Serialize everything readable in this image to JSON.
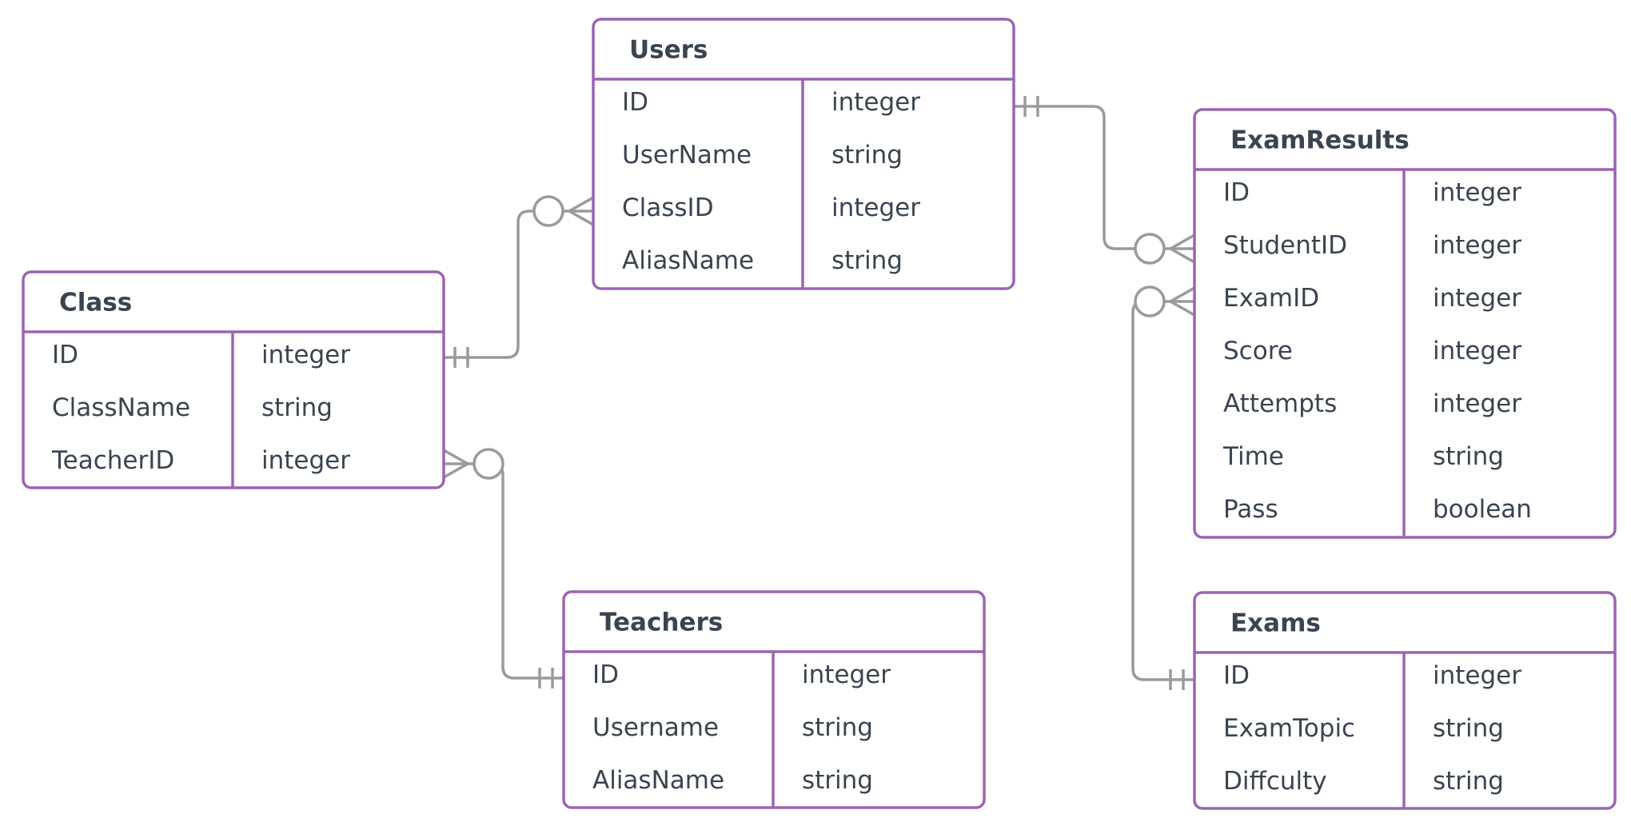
{
  "colors": {
    "entity_border": "#9b64b0",
    "connector": "#9a9a9a",
    "text": "#3a4450"
  },
  "entities": [
    {
      "id": "users",
      "title": "Users",
      "rows": [
        [
          "ID",
          "integer"
        ],
        [
          "UserName",
          "string"
        ],
        [
          "ClassID",
          "integer"
        ],
        [
          "AliasName",
          "string"
        ]
      ]
    },
    {
      "id": "class",
      "title": "Class",
      "rows": [
        [
          "ID",
          "integer"
        ],
        [
          "ClassName",
          "string"
        ],
        [
          "TeacherID",
          "integer"
        ]
      ]
    },
    {
      "id": "teachers",
      "title": "Teachers",
      "rows": [
        [
          "ID",
          "integer"
        ],
        [
          "Username",
          "string"
        ],
        [
          "AliasName",
          "string"
        ]
      ]
    },
    {
      "id": "examresults",
      "title": "ExamResults",
      "rows": [
        [
          "ID",
          "integer"
        ],
        [
          "StudentID",
          "integer"
        ],
        [
          "ExamID",
          "integer"
        ],
        [
          "Score",
          "integer"
        ],
        [
          "Attempts",
          "integer"
        ],
        [
          "Time",
          "string"
        ],
        [
          "Pass",
          "boolean"
        ]
      ]
    },
    {
      "id": "exams",
      "title": "Exams",
      "rows": [
        [
          "ID",
          "integer"
        ],
        [
          "ExamTopic",
          "string"
        ],
        [
          "Diffculty",
          "string"
        ]
      ]
    }
  ],
  "relationships": [
    {
      "from": "class.ID",
      "to": "users.ClassID",
      "from_card": "one",
      "to_card": "zero-or-many"
    },
    {
      "from": "users.ID",
      "to": "examresults.StudentID",
      "from_card": "one",
      "to_card": "zero-or-many"
    },
    {
      "from": "exams.ID",
      "to": "examresults.ExamID",
      "from_card": "one",
      "to_card": "zero-or-many"
    },
    {
      "from": "teachers.ID",
      "to": "class.TeacherID",
      "from_card": "one",
      "to_card": "zero-or-many"
    }
  ]
}
